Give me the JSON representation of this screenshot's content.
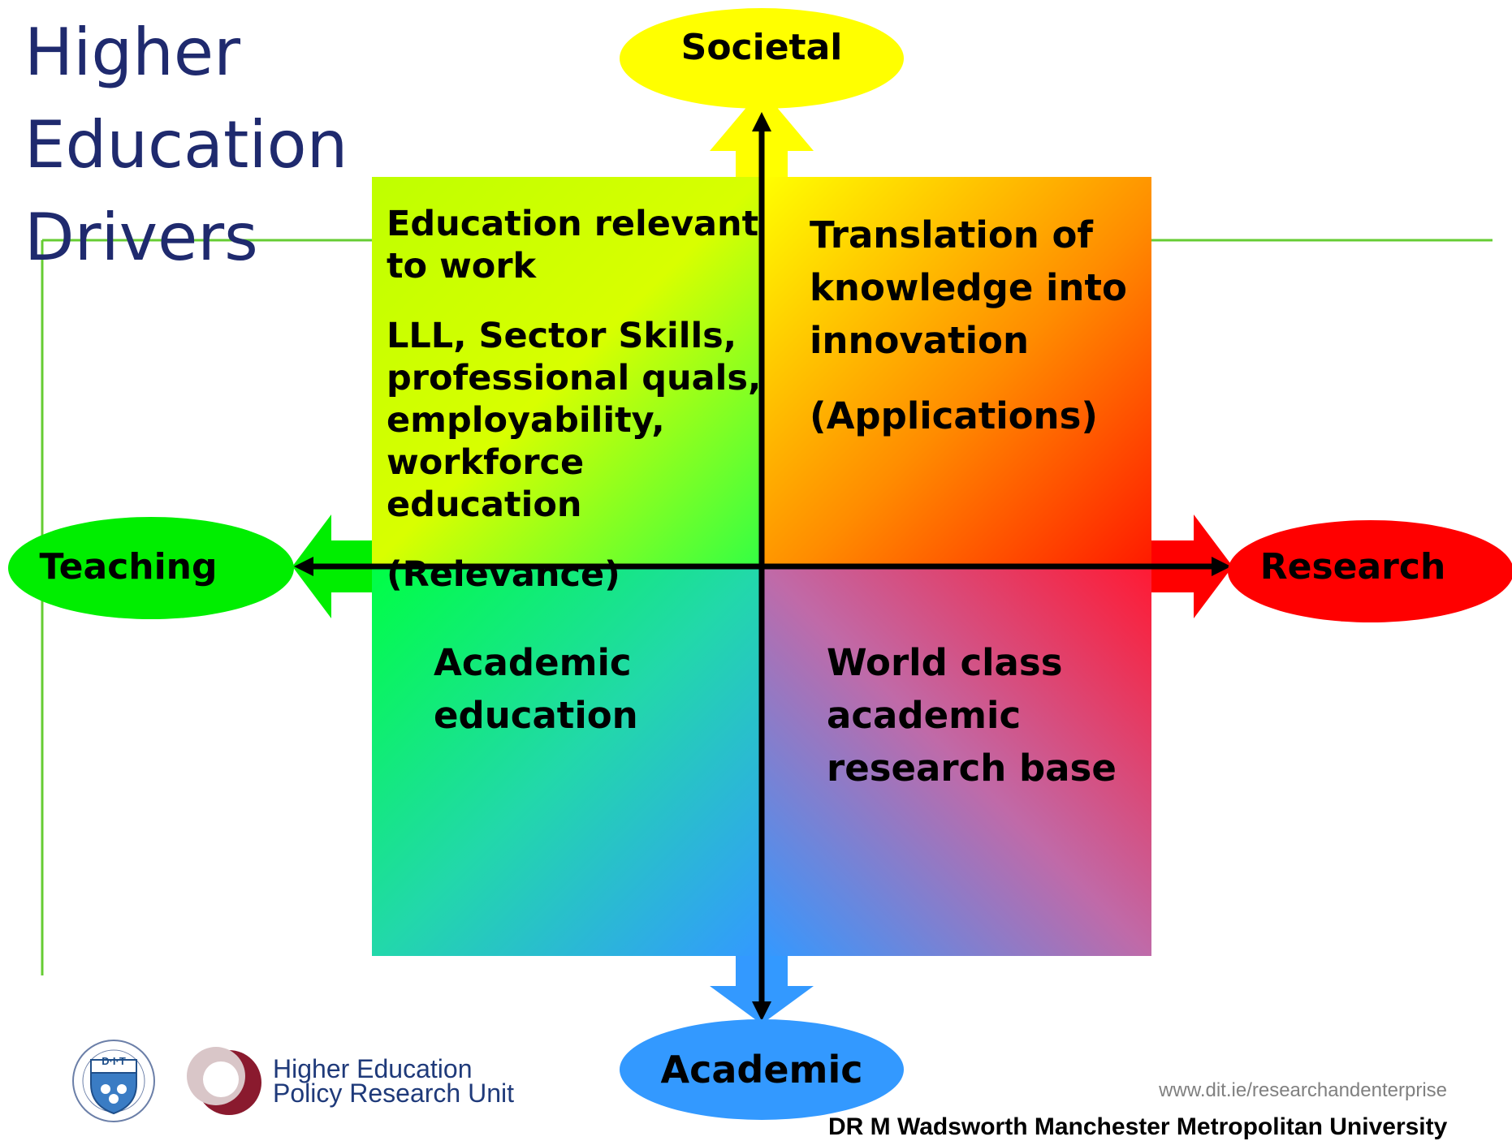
{
  "title_lines": [
    "Higher",
    "Education",
    "Drivers"
  ],
  "axes": {
    "top": "Societal",
    "bottom": "Academic",
    "left": "Teaching",
    "right": "Research"
  },
  "quadrants": {
    "top_left": {
      "heading": "Education relevant to work",
      "detail": "LLL, Sector Skills, professional quals, employability, workforce education",
      "tag": "(Relevance)"
    },
    "top_right": {
      "lines": [
        "Translation of",
        "knowledge into",
        "innovation"
      ],
      "tag": "(Applications)"
    },
    "bottom_left": {
      "lines": [
        "Academic",
        "education"
      ]
    },
    "bottom_right": {
      "lines": [
        "World class",
        "academic",
        "research base"
      ]
    }
  },
  "footer": {
    "logo_dit_text": "D·I·T",
    "unit_name_lines": [
      "Higher Education",
      "Policy Research Unit"
    ],
    "url": "www.dit.ie/researchandenterprise",
    "credit": "DR M Wadsworth Manchester Metropolitan University"
  },
  "colors": {
    "title": "#1f2a6e",
    "societal": "#ffff00",
    "academic": "#3399ff",
    "teaching": "#00ee00",
    "research": "#ff0000",
    "guide_lines": "#66cc33"
  }
}
